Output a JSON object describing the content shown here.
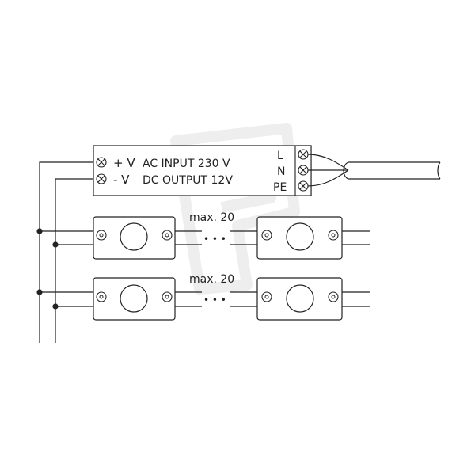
{
  "driver": {
    "plus_label": "+ V",
    "minus_label": "- V",
    "ac_input": "AC INPUT 230 V",
    "dc_output": "DC OUTPUT 12V",
    "terminal_L": "L",
    "terminal_N": "N",
    "terminal_PE": "PE"
  },
  "rows": [
    {
      "max_label": "max. 20",
      "ellipsis": "• • •"
    },
    {
      "max_label": "max. 20",
      "ellipsis": "• • •"
    }
  ],
  "colors": {
    "line": "#222222",
    "watermark": "#eeeeee"
  }
}
